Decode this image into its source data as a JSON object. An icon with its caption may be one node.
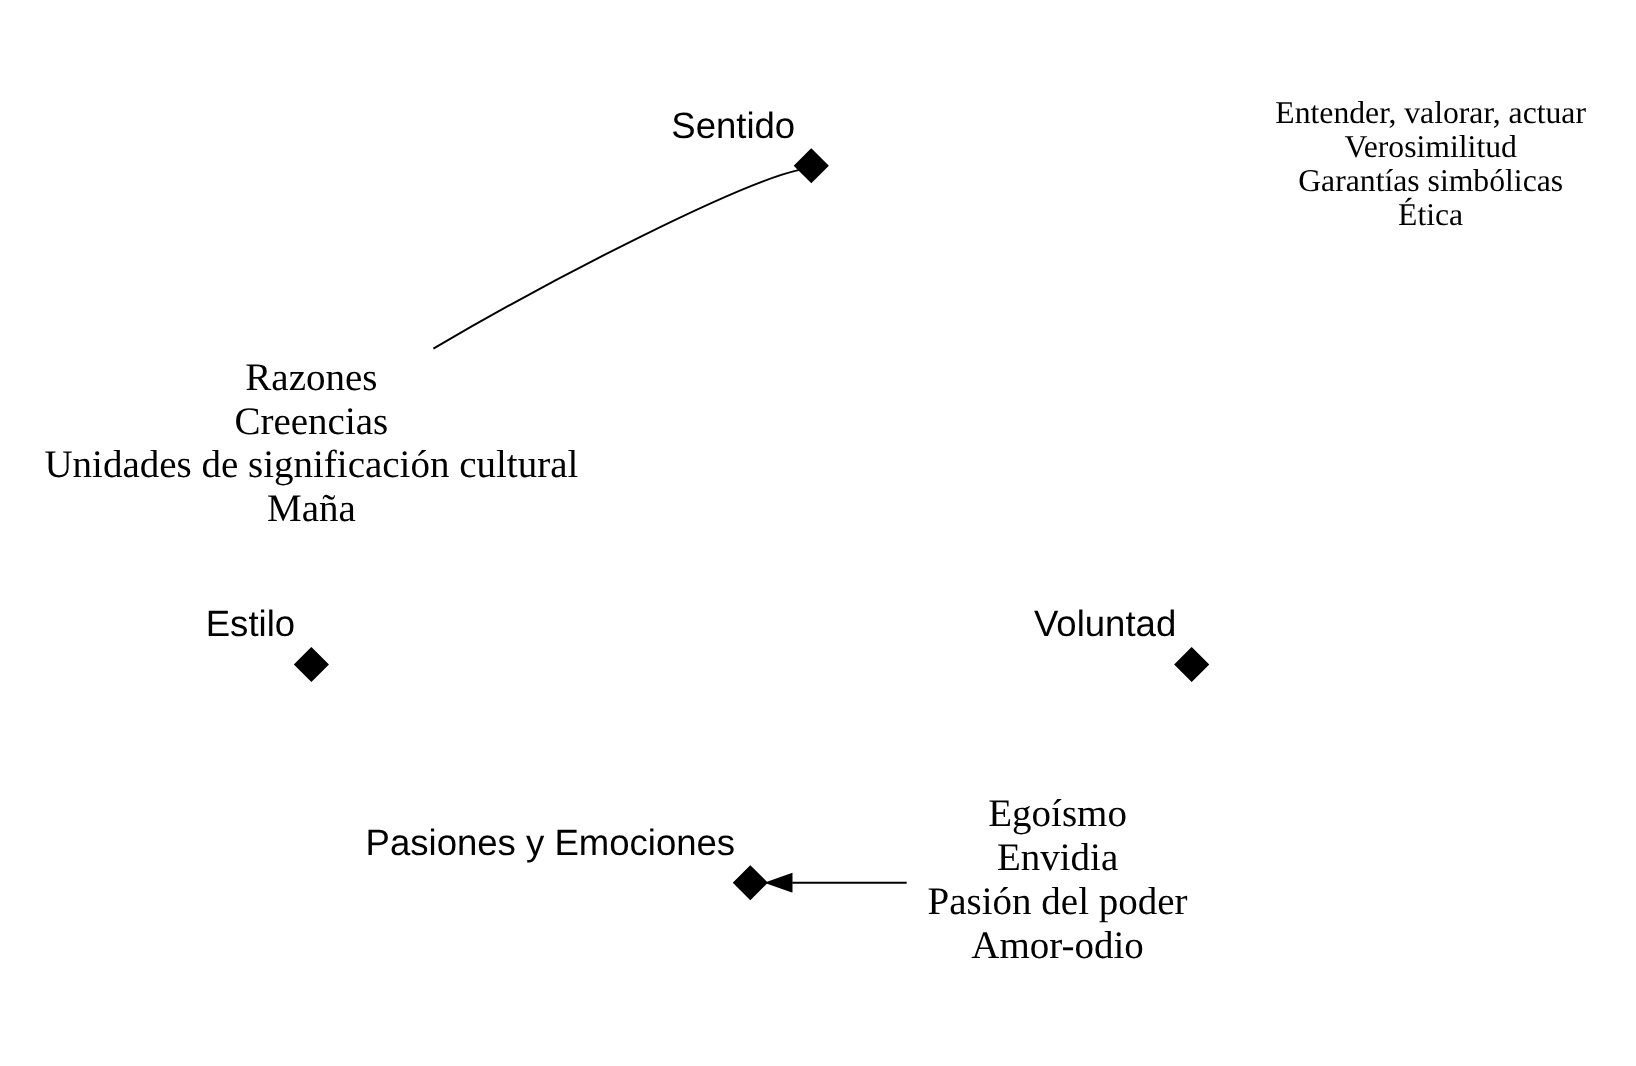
{
  "diagram": {
    "nodes": [
      {
        "text": [],
        "shape": "diamond",
        "beside": [
          "Sentido"
        ]
      },
      {
        "text": [
          "Razones",
          "Creencias",
          "Unidades de significación cultural",
          "Maña"
        ]
      },
      {
        "text": [],
        "shape": "diamond",
        "beside": [
          "Estilo"
        ]
      },
      {
        "text": [],
        "shape": "diamond",
        "beside": [
          "Voluntad"
        ]
      },
      {
        "text": [],
        "shape": "diamond",
        "beside": [
          "Pasiones y Emociones"
        ]
      },
      {
        "text": [
          "Egoísmo",
          "Envidia",
          "Pasión del poder",
          "Amor-odio"
        ]
      }
    ],
    "edges": [
      {
        "from": 0,
        "to": 1,
        "arrow": "none"
      },
      {
        "from": 5,
        "to": 4,
        "arrow": "to"
      }
    ],
    "labels": [
      "Entender, valorar, actuar",
      "Verosimilitud",
      "Garantías simbólicas",
      "Ética"
    ]
  }
}
